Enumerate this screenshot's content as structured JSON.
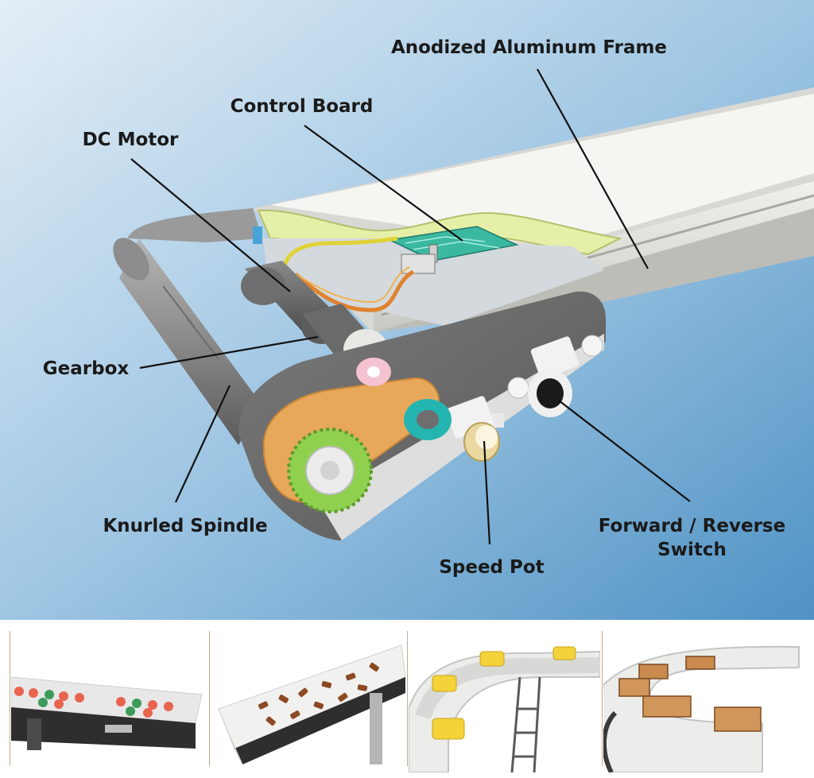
{
  "labels": {
    "anodized_frame": "Anodized Aluminum Frame",
    "control_board": "Control Board",
    "dc_motor": "DC Motor",
    "gearbox": "Gearbox",
    "knurled_spindle": "Knurled Spindle",
    "speed_pot": "Speed Pot",
    "fwd_rev_switch": "Forward / Reverse\nSwitch"
  },
  "colors": {
    "background_top": "#dbe8f3",
    "background_bottom": "#5b9bc9",
    "frame": "#e4e4e0",
    "belt": "#f2f2ee",
    "end_plate": "#6d6d6d",
    "pcb": "#3bb8a0",
    "gear": "#8fd14f",
    "timing_belt": "#e8a85a",
    "pulley": "#25b5b0",
    "knob": "#e9d9a0",
    "wire_yellow": "#e0d236",
    "wire_orange": "#e0822e"
  },
  "icons": [
    "timing-gear-icon",
    "rotary-knob-icon",
    "toggle-switch-icon"
  ]
}
